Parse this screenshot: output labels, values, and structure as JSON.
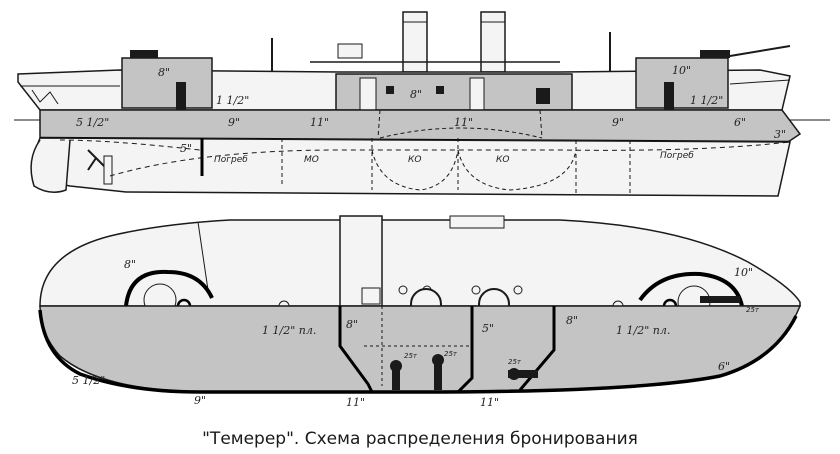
{
  "caption": "\"Темерер\". Схема распределения бронирования",
  "colors": {
    "armor": "#c4c4c4",
    "hull": "#f4f4f4",
    "line": "#1a1a1a",
    "thick": "#000000"
  },
  "side_view": {
    "turret_fore_label": "8\"",
    "turret_aft_label": "10\"",
    "center_battery_label": "8\"",
    "deck_fore_label": "1 1/2\"",
    "deck_aft_label": "1 1/2\"",
    "belt_labels": [
      "5 1/2\"",
      "9\"",
      "11\"",
      "11\"",
      "9\"",
      "6\"",
      "3\""
    ],
    "bulkhead_label": "5\"",
    "compartments": [
      "Погреб",
      "МО",
      "КО",
      "КО",
      "Погреб"
    ]
  },
  "plan_view": {
    "barbette_fore_label": "8\"",
    "barbette_aft_label": "10\"",
    "deck_fore_label": "1 1/2\" пл.",
    "deck_aft_label": "1 1/2\" пл.",
    "bulkhead_labels": [
      "8\"",
      "5\"",
      "8\""
    ],
    "gun_labels": [
      "25т",
      "25т",
      "25т",
      "25т"
    ],
    "belt_labels": [
      "5 1/2\"",
      "9\"",
      "11\"",
      "11\"",
      "6\""
    ]
  }
}
